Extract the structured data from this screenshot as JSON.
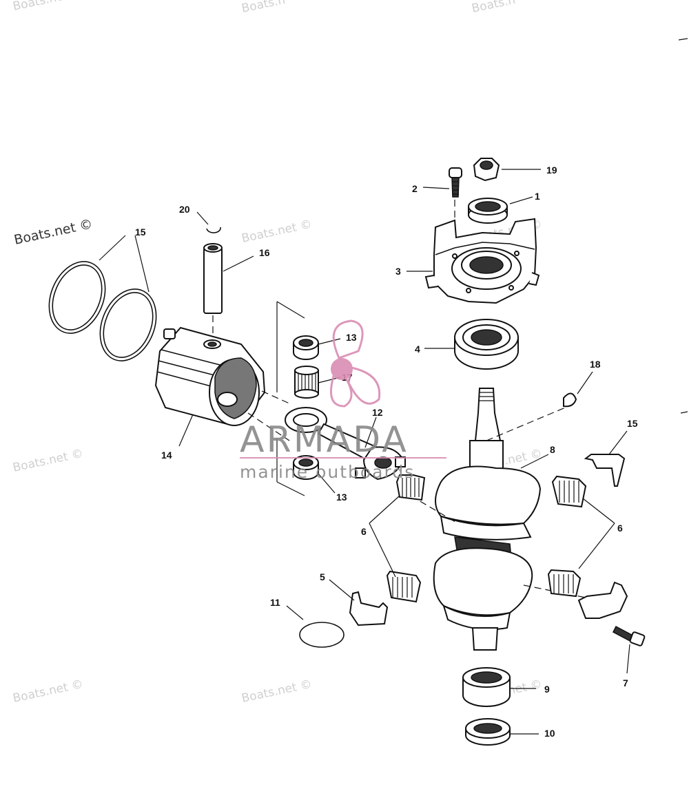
{
  "watermarks": {
    "main": "Boats.net ©",
    "faint": [
      "Boats.net ©",
      "Boats.net ©",
      "Boats.net ©",
      "Boats.net ©",
      "Boats.net ©",
      "Boats.net ©",
      "Boats.net ©",
      "Boats.net",
      "Boats.n",
      "Boats.n"
    ]
  },
  "logo": {
    "brand": "ARMADA",
    "tagline": "marine outboards",
    "accent_color": "#d98cb3"
  },
  "callouts": [
    "19",
    "2",
    "1",
    "20",
    "15",
    "16",
    "3",
    "13",
    "4",
    "17",
    "18",
    "12",
    "15",
    "14",
    "8",
    "13",
    "6",
    "6",
    "5",
    "11",
    "7",
    "9",
    "10"
  ]
}
